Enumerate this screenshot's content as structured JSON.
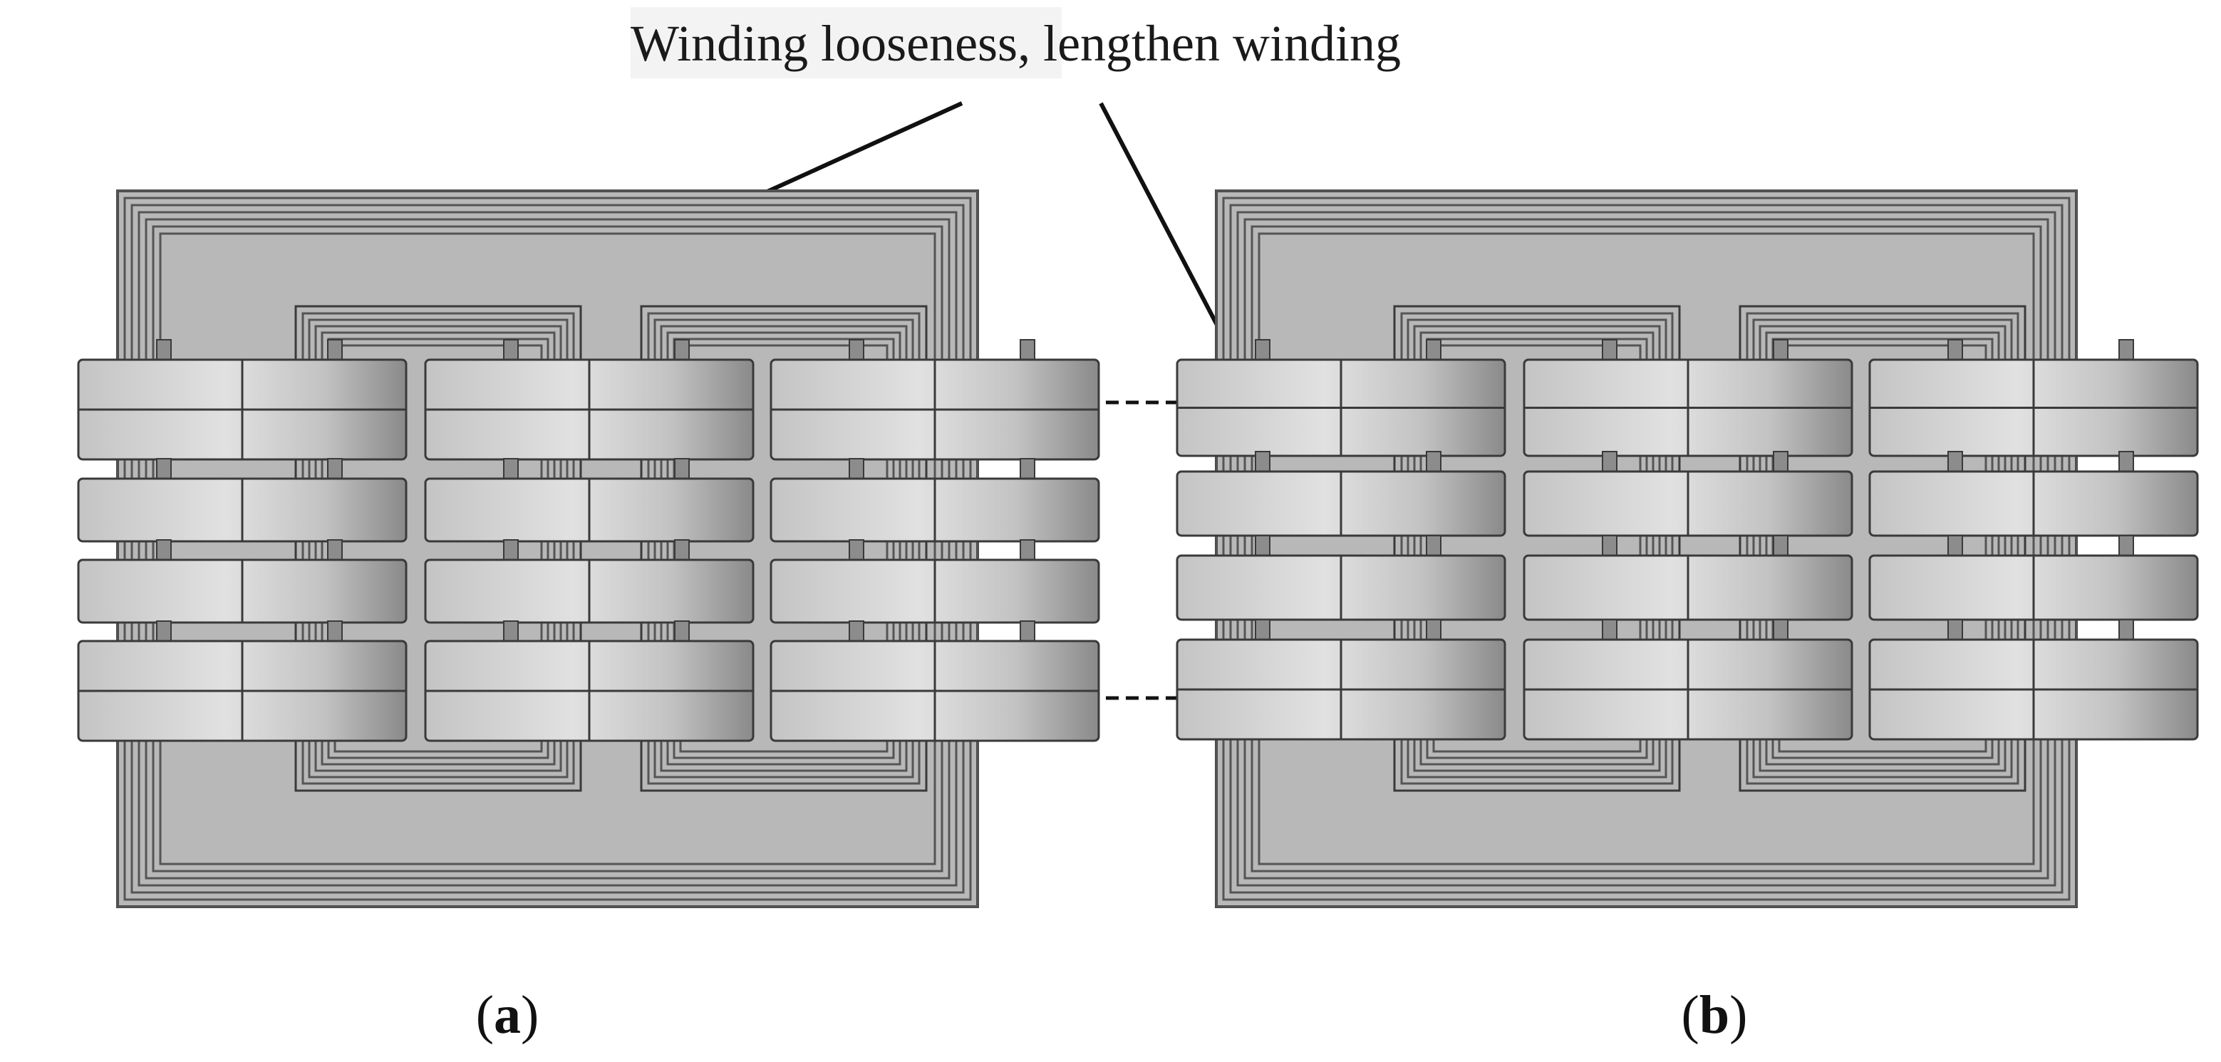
{
  "annotation": {
    "highlight_text": "Winding looseness",
    "rest_text": ", lengthen winding"
  },
  "panels": [
    {
      "id": "a",
      "label_open": "(",
      "label_letter": "a",
      "label_close": ")"
    },
    {
      "id": "b",
      "label_open": "(",
      "label_letter": "b",
      "label_close": ")"
    }
  ],
  "colors": {
    "core_fill": "#b8b8b8",
    "core_stripe": "#555555",
    "winding_light": "#dadada",
    "winding_dark": "#8a8a8a",
    "spacer": "#8c8c8c",
    "outline": "#3a3a3a",
    "text": "#1a1a1a",
    "highlight": "#f3f3f3"
  }
}
